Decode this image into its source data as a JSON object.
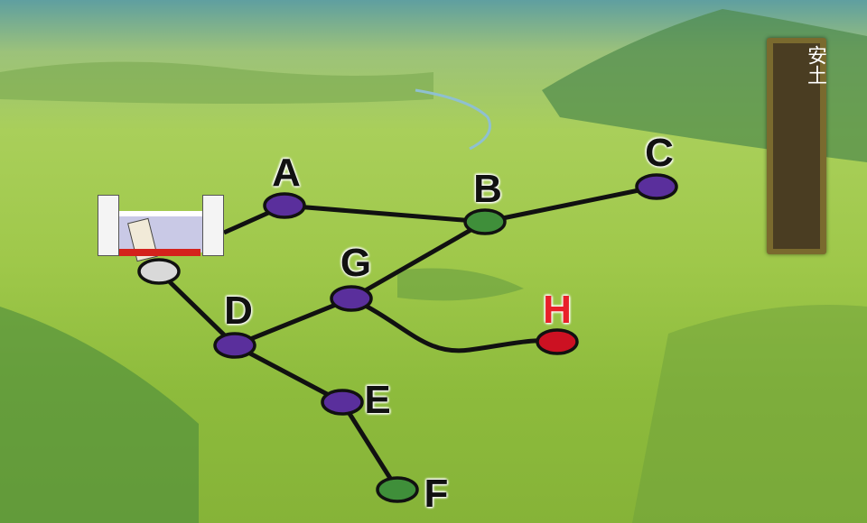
{
  "location_panel": {
    "title": "安土"
  },
  "colors": {
    "purple": "#5a2f9c",
    "green": "#3f8f3a",
    "red": "#cc1122",
    "gray": "#d9d9d9",
    "label": "#111111",
    "label_alert": "#e8202a"
  },
  "start_node": {
    "name": "camp",
    "state": "gray"
  },
  "nodes": [
    {
      "id": "A",
      "label": "A",
      "state": "purple"
    },
    {
      "id": "B",
      "label": "B",
      "state": "green"
    },
    {
      "id": "C",
      "label": "C",
      "state": "purple"
    },
    {
      "id": "D",
      "label": "D",
      "state": "purple"
    },
    {
      "id": "E",
      "label": "E",
      "state": "purple"
    },
    {
      "id": "F",
      "label": "F",
      "state": "green"
    },
    {
      "id": "G",
      "label": "G",
      "state": "purple"
    },
    {
      "id": "H",
      "label": "H",
      "state": "red"
    }
  ],
  "edges": [
    [
      "start",
      "A"
    ],
    [
      "A",
      "B"
    ],
    [
      "B",
      "C"
    ],
    [
      "B",
      "G"
    ],
    [
      "G",
      "D"
    ],
    [
      "G",
      "H"
    ],
    [
      "start",
      "D"
    ],
    [
      "D",
      "E"
    ],
    [
      "E",
      "F"
    ]
  ]
}
